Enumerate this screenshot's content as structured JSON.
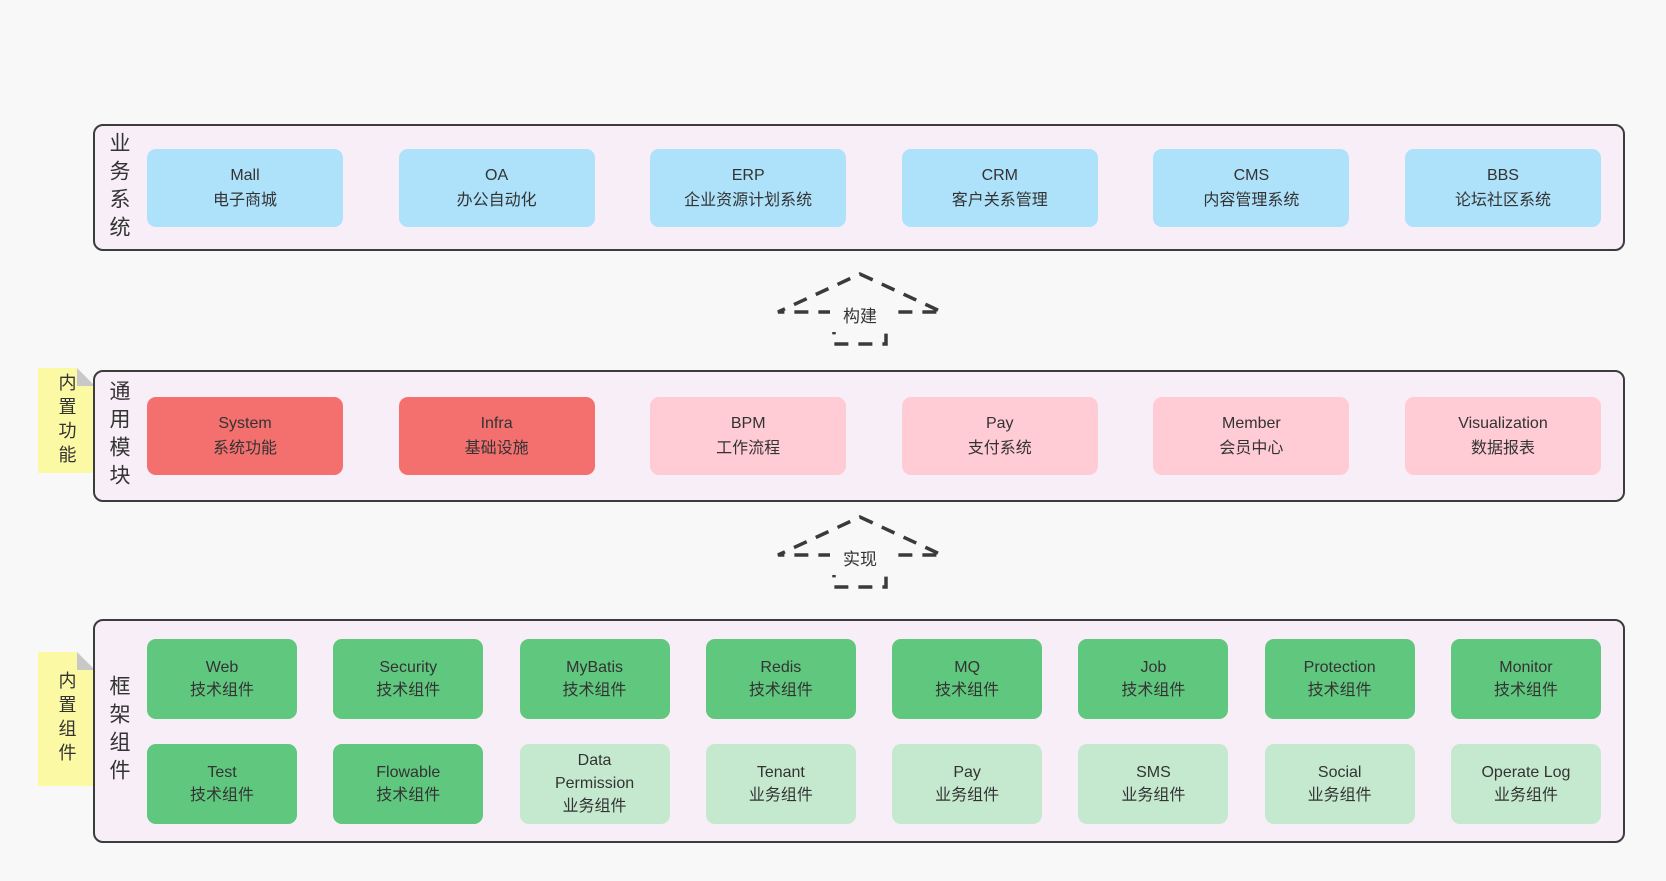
{
  "colors": {
    "page_background": "#f8f8f8",
    "layer_background": "#f8eef7",
    "layer_border": "#3c3c3c",
    "business_box": "#aee1fa",
    "core_module_box": "#f4706f",
    "optional_module_box": "#ffcbd4",
    "tech_component_box": "#60c77e",
    "biz_component_box": "#c5e9ce",
    "sticky_note": "#fbf9a4",
    "text": "#333333"
  },
  "arrows": [
    {
      "label": "构建"
    },
    {
      "label": "实现"
    }
  ],
  "layers": [
    {
      "label": "业务系统",
      "boxes": [
        {
          "name": "Mall",
          "desc": "电子商城",
          "variant": "blue"
        },
        {
          "name": "OA",
          "desc": "办公自动化",
          "variant": "blue"
        },
        {
          "name": "ERP",
          "desc": "企业资源计划系统",
          "variant": "blue"
        },
        {
          "name": "CRM",
          "desc": "客户关系管理",
          "variant": "blue"
        },
        {
          "name": "CMS",
          "desc": "内容管理系统",
          "variant": "blue"
        },
        {
          "name": "BBS",
          "desc": "论坛社区系统",
          "variant": "blue"
        }
      ]
    },
    {
      "label": "通用模块",
      "note": "内置功能",
      "boxes": [
        {
          "name": "System",
          "desc": "系统功能",
          "variant": "red"
        },
        {
          "name": "Infra",
          "desc": "基础设施",
          "variant": "red"
        },
        {
          "name": "BPM",
          "desc": "工作流程",
          "variant": "pink"
        },
        {
          "name": "Pay",
          "desc": "支付系统",
          "variant": "pink"
        },
        {
          "name": "Member",
          "desc": "会员中心",
          "variant": "pink"
        },
        {
          "name": "Visualization",
          "desc": "数据报表",
          "variant": "pink"
        }
      ]
    },
    {
      "label": "框架组件",
      "note": "内置组件",
      "rows": [
        [
          {
            "name": "Web",
            "desc": "技术组件",
            "variant": "green"
          },
          {
            "name": "Security",
            "desc": "技术组件",
            "variant": "green"
          },
          {
            "name": "MyBatis",
            "desc": "技术组件",
            "variant": "green"
          },
          {
            "name": "Redis",
            "desc": "技术组件",
            "variant": "green"
          },
          {
            "name": "MQ",
            "desc": "技术组件",
            "variant": "green"
          },
          {
            "name": "Job",
            "desc": "技术组件",
            "variant": "green"
          },
          {
            "name": "Protection",
            "desc": "技术组件",
            "variant": "green"
          },
          {
            "name": "Monitor",
            "desc": "技术组件",
            "variant": "green"
          }
        ],
        [
          {
            "name": "Test",
            "desc": "技术组件",
            "variant": "green"
          },
          {
            "name": "Flowable",
            "desc": "技术组件",
            "variant": "green"
          },
          {
            "name": "Data Permission",
            "desc": "业务组件",
            "variant": "lgreen"
          },
          {
            "name": "Tenant",
            "desc": "业务组件",
            "variant": "lgreen"
          },
          {
            "name": "Pay",
            "desc": "业务组件",
            "variant": "lgreen"
          },
          {
            "name": "SMS",
            "desc": "业务组件",
            "variant": "lgreen"
          },
          {
            "name": "Social",
            "desc": "业务组件",
            "variant": "lgreen"
          },
          {
            "name": "Operate Log",
            "desc": "业务组件",
            "variant": "lgreen"
          }
        ]
      ]
    }
  ]
}
